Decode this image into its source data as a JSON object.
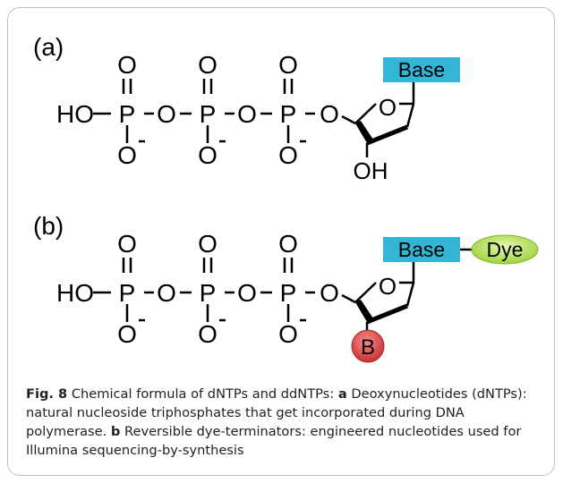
{
  "panels": [
    {
      "label": "(a)",
      "hydroxyl": "HO",
      "phosphorus": [
        "P",
        "P",
        "P"
      ],
      "oxygen_top": [
        "O",
        "O",
        "O"
      ],
      "oxygen_bottom": [
        "O",
        "O",
        "O"
      ],
      "bridge_oxygen": [
        "O",
        "O",
        "O"
      ],
      "ring_oxygen": "O",
      "base_label": "Base",
      "substituent": "OH"
    },
    {
      "label": "(b)",
      "hydroxyl": "HO",
      "phosphorus": [
        "P",
        "P",
        "P"
      ],
      "oxygen_top": [
        "O",
        "O",
        "O"
      ],
      "oxygen_bottom": [
        "O",
        "O",
        "O"
      ],
      "bridge_oxygen": [
        "O",
        "O",
        "O"
      ],
      "ring_oxygen": "O",
      "base_label": "Base",
      "dye_label": "Dye",
      "blocker_label": "B"
    }
  ],
  "caption": {
    "fig_label": "Fig. 8",
    "text_1": " Chemical formula of dNTPs and ddNTPs: ",
    "a_label": "a",
    "text_2": " Deoxynucleotides (dNTPs): natural nucleoside triphosphates that get incorporated during DNA polymerase. ",
    "b_label": "b",
    "text_3": " Reversible dye-terminators: engineered nucleotides used for Illumina sequencing-by-synthesis"
  },
  "colors": {
    "base_box": "#33b6d6",
    "dye_fill": "#b6e35a",
    "blocker_fill": "#e05252",
    "border": "#bfbfbf"
  }
}
